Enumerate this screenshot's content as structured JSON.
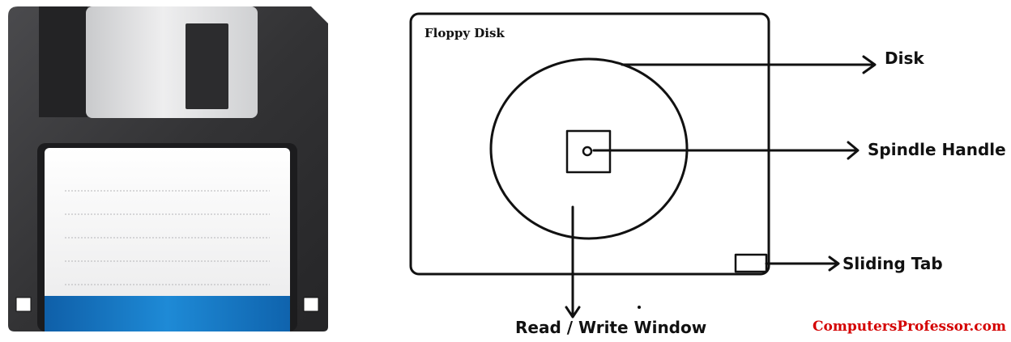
{
  "diagram": {
    "title": "Floppy Disk",
    "labels": {
      "disk": "Disk",
      "spindle_handle": "Spindle Handle",
      "sliding_tab": "Sliding Tab",
      "read_write_window": "Read / Write Window"
    }
  },
  "watermark": {
    "text": "ComputersProfessor.com",
    "color": "#d40000"
  },
  "colors": {
    "disk_body": "#3a3a3c",
    "shutter": "#d9dadb",
    "label_paper": "#f2f2f2",
    "label_stripe": "#1e86d0",
    "line": "#111111"
  },
  "icons": {
    "floppy": "floppy-disk-illustration"
  }
}
